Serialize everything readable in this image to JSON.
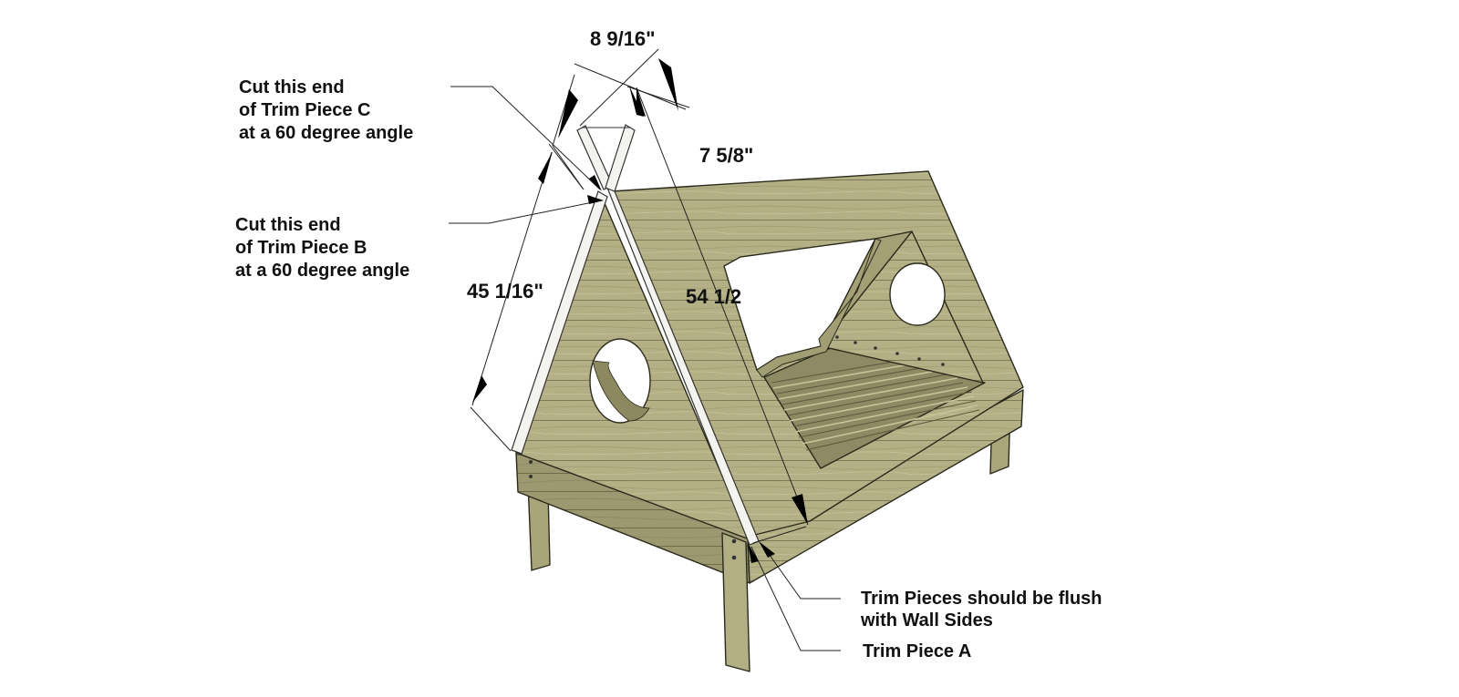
{
  "callouts": {
    "trim_c": [
      "Cut this end",
      "of Trim Piece C",
      "at a 60 degree angle"
    ],
    "trim_b": [
      "Cut this end",
      "of Trim Piece B",
      "at a 60 degree angle"
    ],
    "flush": [
      "Trim Pieces should be flush",
      "with Wall Sides"
    ],
    "trim_a": "Trim Piece A"
  },
  "dimensions": {
    "top_width": "8 9/16\"",
    "top_offset": "7 5/8\"",
    "trim_b_length": "45 1/16\"",
    "trim_a_length": "54 1/2"
  },
  "colors": {
    "wood_light": "#b9b58a",
    "wood_mid": "#a6a277",
    "wood_dark": "#8d8a62",
    "trim": "#f2f2ef",
    "background": "#ffffff"
  }
}
